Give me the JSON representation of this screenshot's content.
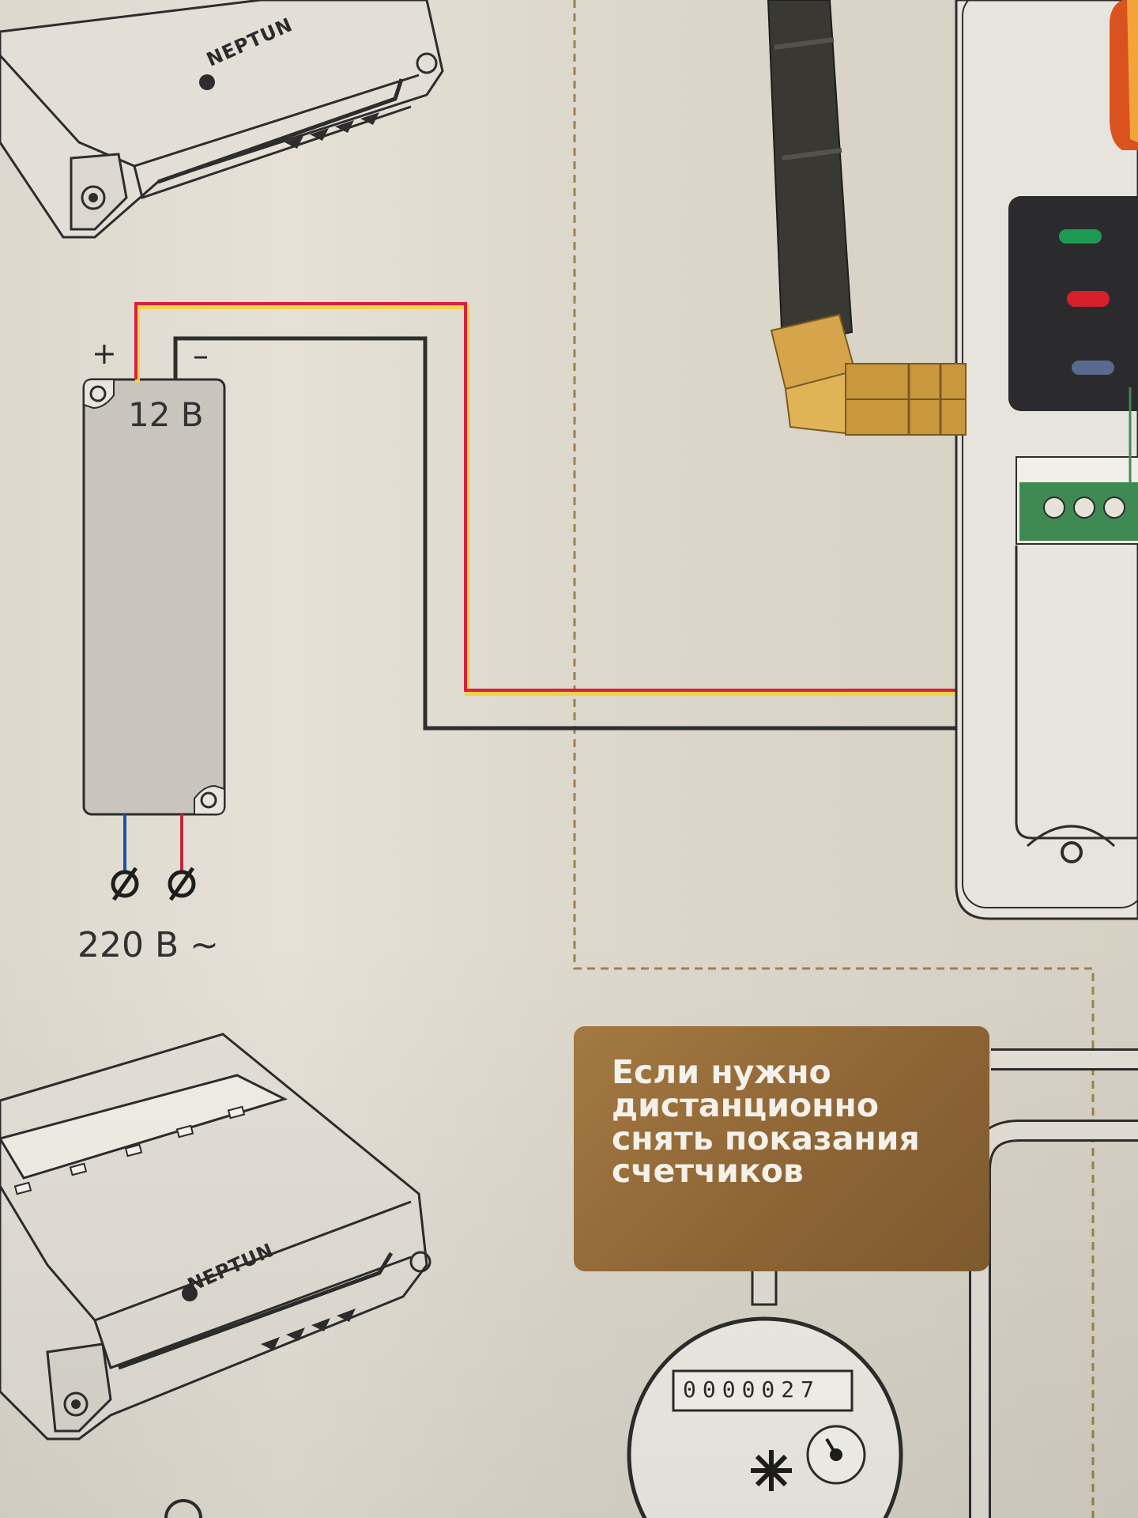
{
  "power_supply": {
    "plus_label": "+",
    "minus_label": "–",
    "output_label": "12 В",
    "input_label": "220 В ~"
  },
  "devices": {
    "brand": "NEPTUN"
  },
  "callout": {
    "text": "Если нужно\nдистанционно\nснять показания\nсчетчиков"
  },
  "meter": {
    "reading": "0000027"
  },
  "colors": {
    "positive_wire": "#d8203a",
    "negative_wire": "#2e2e2e",
    "neutral_wire": "#1f4fa8",
    "callout_bg": "#8e6535"
  }
}
